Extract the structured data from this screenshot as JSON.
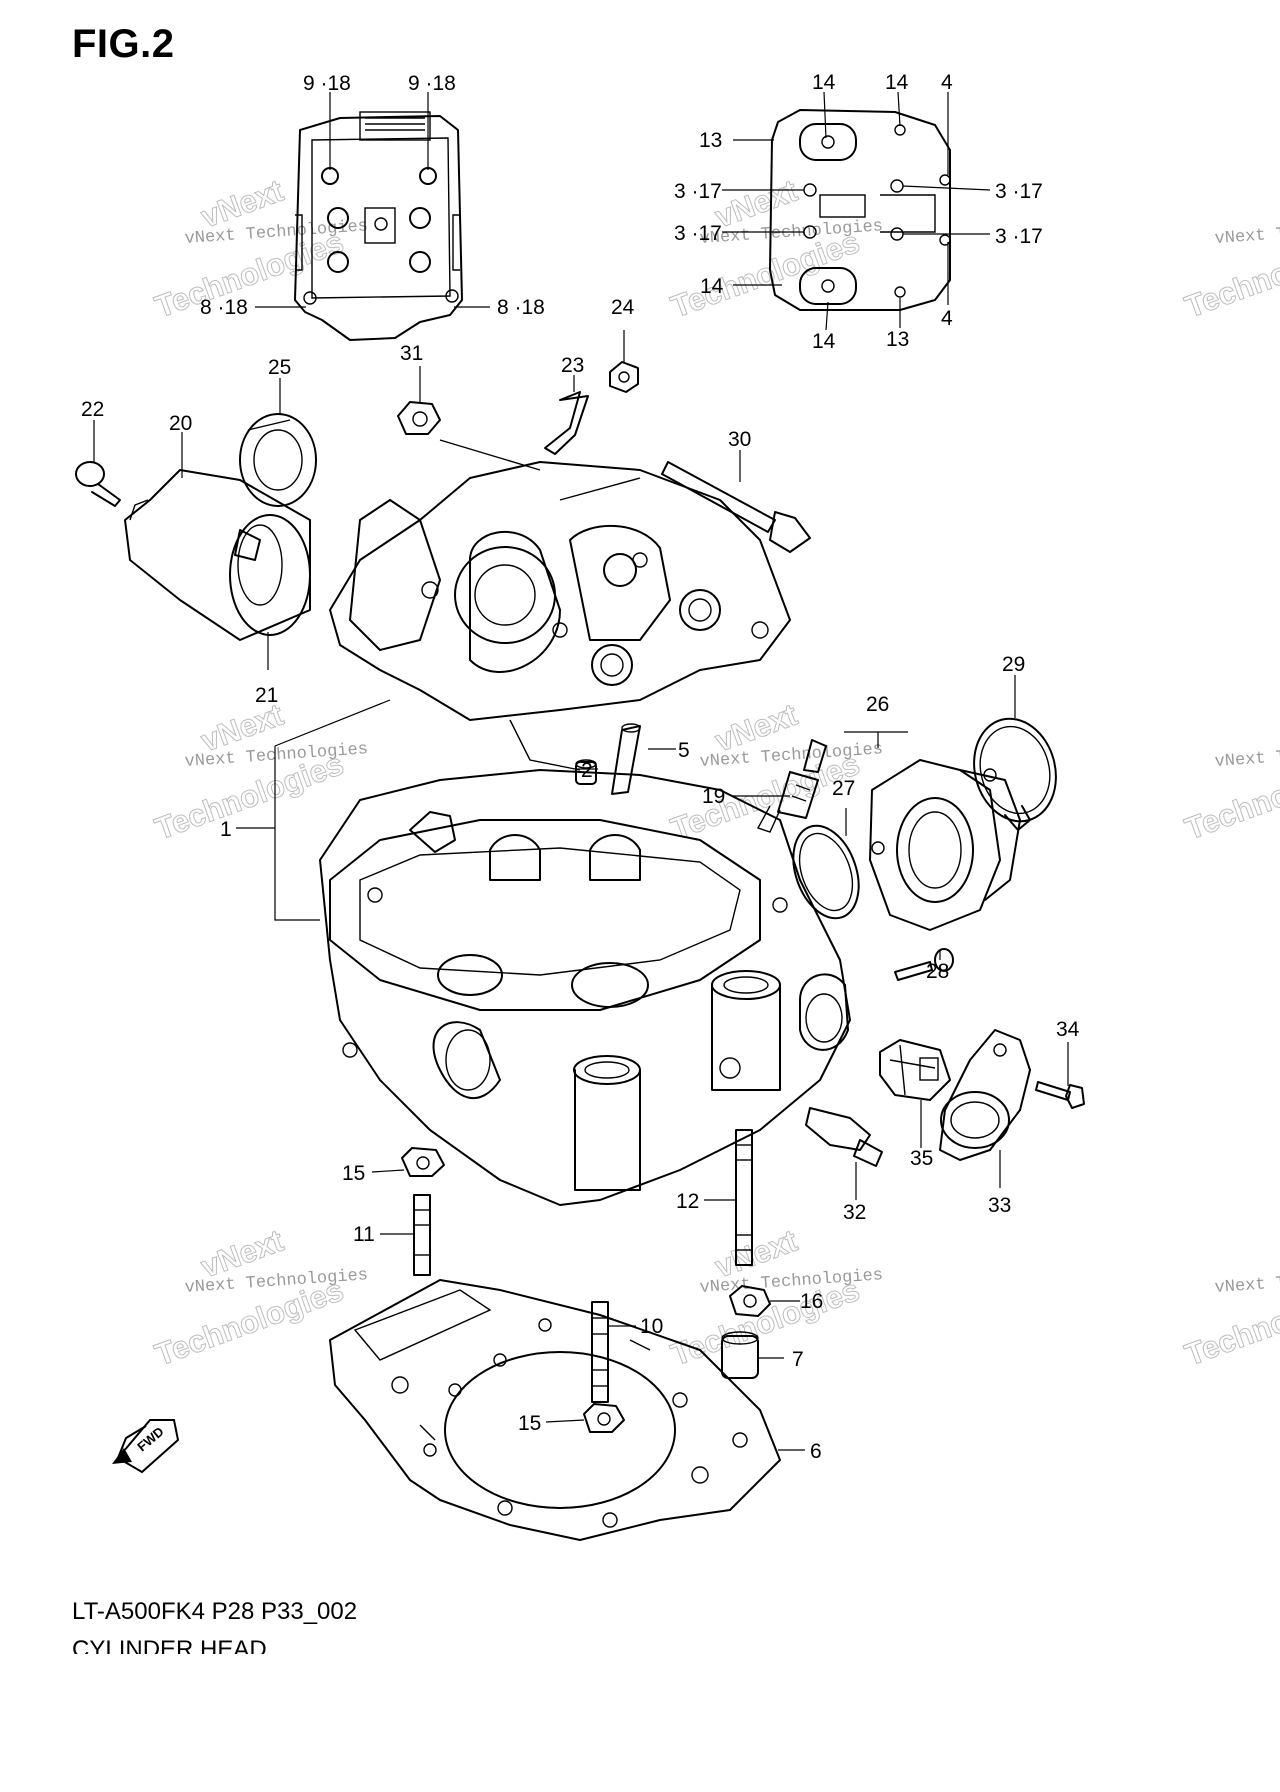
{
  "figure": {
    "title": "FIG.2",
    "code": "LT-A500FK4 P28 P33_002",
    "name": "CYLINDER HEAD"
  },
  "watermark": {
    "line1": "vNext",
    "line2": "vNext Technologies",
    "line3": "Technologies"
  },
  "fwd_label": "FWD",
  "callouts": {
    "c_9_18_a": "9 ·18",
    "c_9_18_b": "9 ·18",
    "c_8_18_a": "8 ·18",
    "c_8_18_b": "8 ·18",
    "c_14_a": "14",
    "c_14_b": "14",
    "c_4_a": "4",
    "c_13_a": "13",
    "c_3_17_a": "3 ·17",
    "c_3_17_b": "3 ·17",
    "c_3_17_c": "3 ·17",
    "c_3_17_d": "3 ·17",
    "c_14_c": "14",
    "c_14_d": "14",
    "c_13_b": "13",
    "c_4_b": "4",
    "c_24": "24",
    "c_31": "31",
    "c_25": "25",
    "c_23": "23",
    "c_22": "22",
    "c_20": "20",
    "c_30": "30",
    "c_21": "21",
    "c_29": "29",
    "c_26": "26",
    "c_2": "2",
    "c_5": "5",
    "c_19": "19",
    "c_27": "27",
    "c_1": "1",
    "c_28": "28",
    "c_34": "34",
    "c_35": "35",
    "c_33": "33",
    "c_32": "32",
    "c_15_a": "15",
    "c_12": "12",
    "c_11": "11",
    "c_16": "16",
    "c_10": "10",
    "c_7": "7",
    "c_15_b": "15",
    "c_6": "6"
  }
}
